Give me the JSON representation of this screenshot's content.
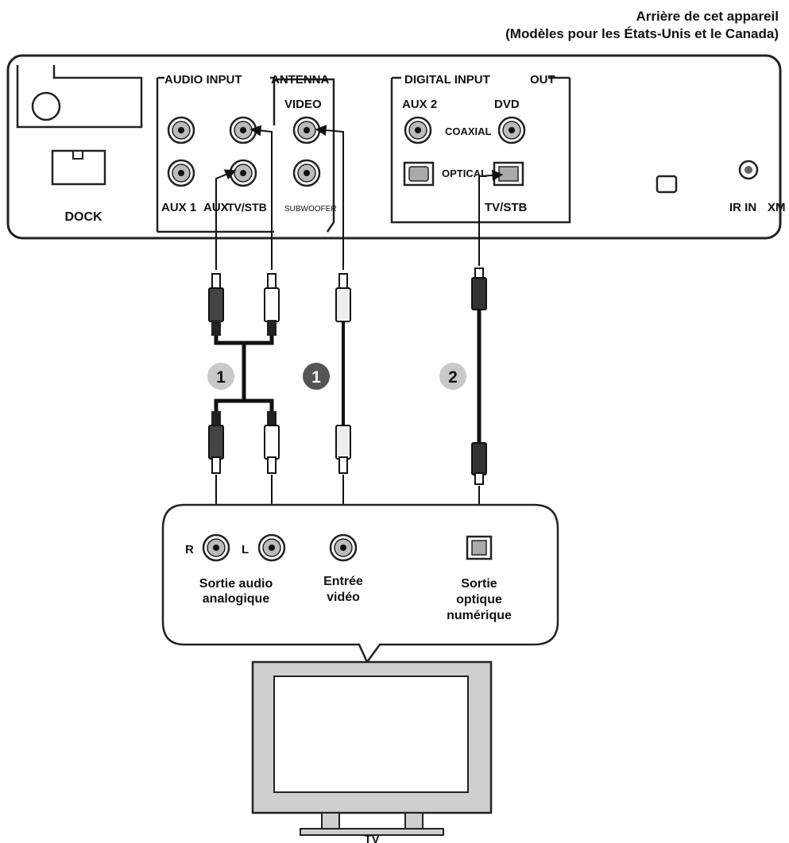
{
  "header": {
    "line1": "Arrière de cet appareil",
    "line2": "(Modèles pour les États-Unis et le Canada)"
  },
  "panel": {
    "dock_label": "DOCK",
    "group_audio_input": "AUDIO INPUT",
    "group_antenna": "ANTENNA",
    "video_label": "VIDEO",
    "aux1_label": "AUX 1",
    "aux_label": "AUX",
    "tvstb_label": "TV/STB",
    "subwoofer_label": "SUBWOOFER",
    "group_digital_input": "DIGITAL INPUT",
    "group_out": "OUT",
    "aux2_label": "AUX 2",
    "dvd_label": "DVD",
    "coaxial_label": "COAXIAL",
    "optical_label": "OPTICAL",
    "digital_tvstb_label": "TV/STB",
    "ir_in_label": "IR IN",
    "xm_label": "XM"
  },
  "cables": {
    "badge_audio": "1",
    "badge_video": "1",
    "badge_optical": "2"
  },
  "tv_panel": {
    "r_label": "R",
    "l_label": "L",
    "audio_out_line1": "Sortie audio",
    "audio_out_line2": "analogique",
    "video_in_line1": "Entrée",
    "video_in_line2": "vidéo",
    "optical_out_line1": "Sortie",
    "optical_out_line2": "optique",
    "optical_out_line3": "numérique"
  },
  "tv_label": "TV"
}
